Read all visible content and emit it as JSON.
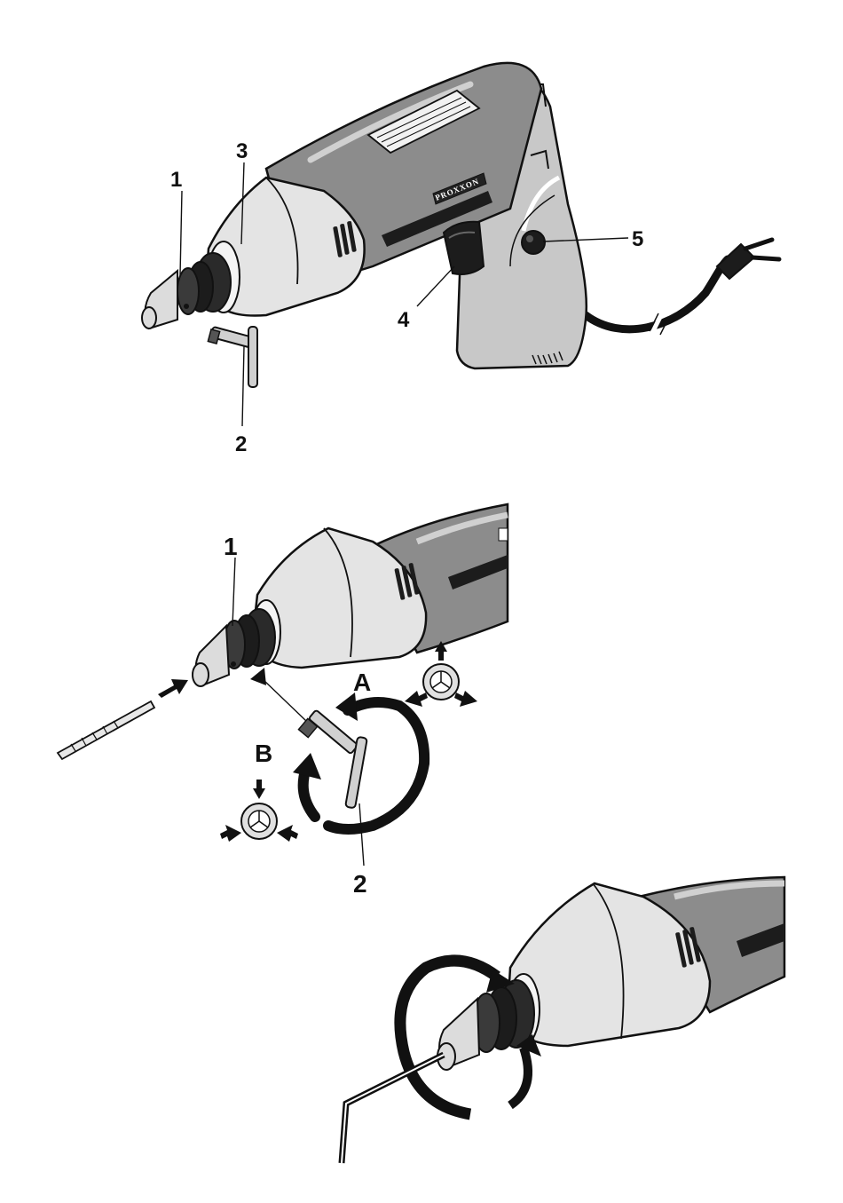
{
  "figure1": {
    "callouts": {
      "c1": "1",
      "c2": "2",
      "c3": "3",
      "c4": "4",
      "c5": "5"
    },
    "brand": "PROXXON"
  },
  "figure2": {
    "callouts": {
      "c1": "1",
      "c2": "2",
      "a": "A",
      "b": "B"
    }
  },
  "colors": {
    "outline": "#111111",
    "body_gray": "#8c8c8c",
    "handle_light": "#c8c8c8",
    "nose_light": "#e4e4e4",
    "chuck_dark": "#2a2a2a"
  }
}
